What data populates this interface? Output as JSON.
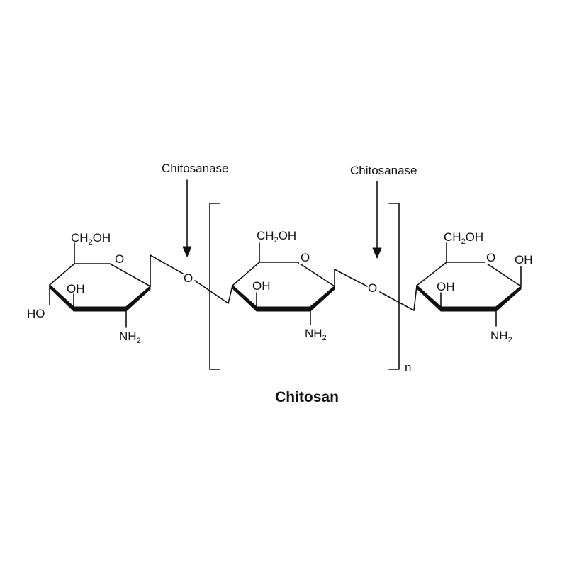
{
  "title": "Chitosan",
  "enzyme_label": "Chitosanase",
  "repeat_label": "n",
  "groups": {
    "ch2_prefix": "CH",
    "ch2_sub": "2",
    "ch2_suffix": "OH",
    "ring_oxygen": "O",
    "hydroxyl": "OH",
    "hydroxyl_left": "HO",
    "amine_prefix": "NH",
    "amine_sub": "2",
    "linkage_oxygen": "O"
  },
  "colors": {
    "ink": "#111111",
    "background": "#ffffff"
  }
}
